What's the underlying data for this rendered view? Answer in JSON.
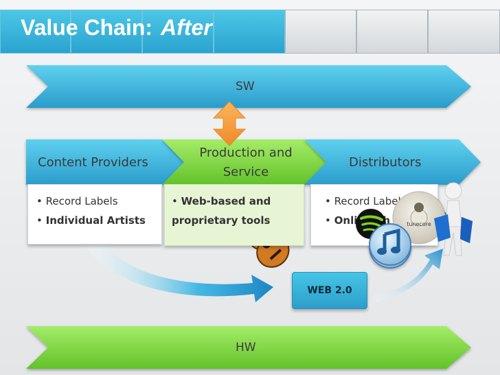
{
  "title": {
    "main": "Value Chain:",
    "emphasis": "After"
  },
  "bands": {
    "top": "SW",
    "bottom": "HW"
  },
  "chain": {
    "stage1": "Content Providers",
    "stage2_line1": "Production and",
    "stage2_line2": "Service",
    "stage3": "Distributors"
  },
  "lists": {
    "content": [
      "Record Labels",
      "Individual Artists"
    ],
    "production": [
      "Web-based and",
      "proprietary tools"
    ],
    "distribution": [
      "Record Labels",
      "Online Ch"
    ]
  },
  "badge": "WEB 2.0",
  "bullet": "•",
  "logos": {
    "tunecore": "tunecore"
  },
  "colors": {
    "accent_blue": "#2aa3cf",
    "accent_green": "#7dd33a",
    "arrow_orange": "#f39a3a"
  },
  "icons": [
    "guitar-icon",
    "spotify-icon",
    "itunes-icon",
    "tunecore-disc-icon",
    "shopper-figure-icon"
  ]
}
